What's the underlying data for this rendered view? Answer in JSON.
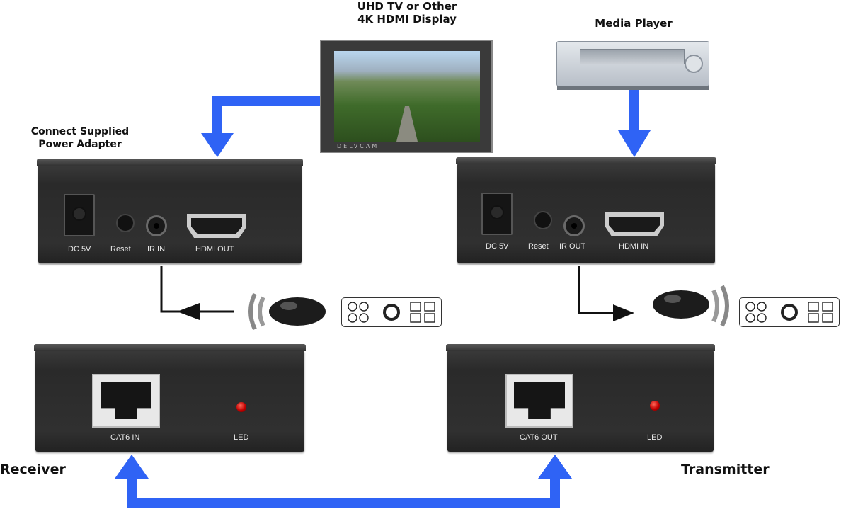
{
  "labels": {
    "display": "UHD TV or Other\n4K HDMI Display",
    "media_player": "Media Player",
    "power": "Connect Supplied\nPower Adapter",
    "receiver": "Receiver",
    "transmitter": "Transmitter"
  },
  "receiver_top": {
    "dc": "DC 5V",
    "reset": "Reset",
    "ir": "IR IN",
    "hdmi": "HDMI OUT"
  },
  "transmitter_top": {
    "dc": "DC 5V",
    "reset": "Reset",
    "ir": "IR OUT",
    "hdmi": "HDMI IN"
  },
  "receiver_bottom": {
    "cat": "CAT6 IN",
    "led": "LED"
  },
  "transmitter_bottom": {
    "cat": "CAT6 OUT",
    "led": "LED"
  },
  "tv_brand": "DELVCAM",
  "colors": {
    "arrow_blue": "#2f63f5",
    "device_body": "#2e2e2e",
    "led_red": "#d00000"
  }
}
